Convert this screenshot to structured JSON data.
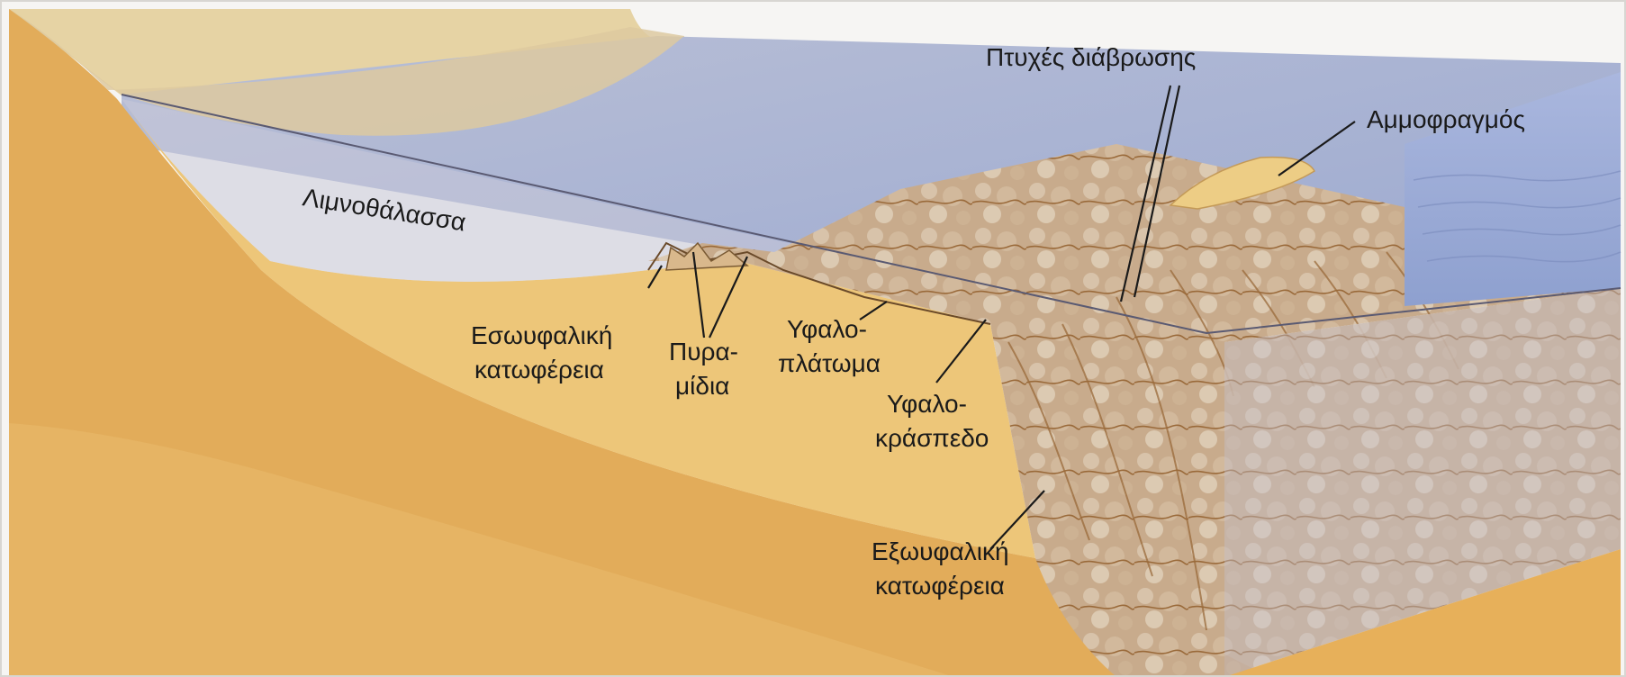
{
  "labels": {
    "lagoon": "Λιμνοθάλασσα",
    "erosion_folds": "Πτυχές διάβρωσης",
    "sandbar": "Αμμοφραγμός",
    "back_reef_slope_l1": "Εσωυφαλική",
    "back_reef_slope_l2": "κατωφέρεια",
    "pinnacles_l1": "Πυρα-",
    "pinnacles_l2": "μίδια",
    "reef_flat_l1": "Υφαλο-",
    "reef_flat_l2": "πλάτωμα",
    "reef_crest_l1": "Υφαλο-",
    "reef_crest_l2": "κράσπεδο",
    "fore_reef_slope_l1": "Εξωυφαλική",
    "fore_reef_slope_l2": "κατωφέρεια"
  },
  "colors": {
    "sand": "#e8b962",
    "sand_dark": "#d19a4a",
    "sand_light": "#edd08f",
    "water": "#a9b3d1",
    "water_deep": "#8e9dc8",
    "reef": "#c9a57d",
    "reef_vein": "#9a6a3a",
    "background": "#f6f5f3"
  }
}
